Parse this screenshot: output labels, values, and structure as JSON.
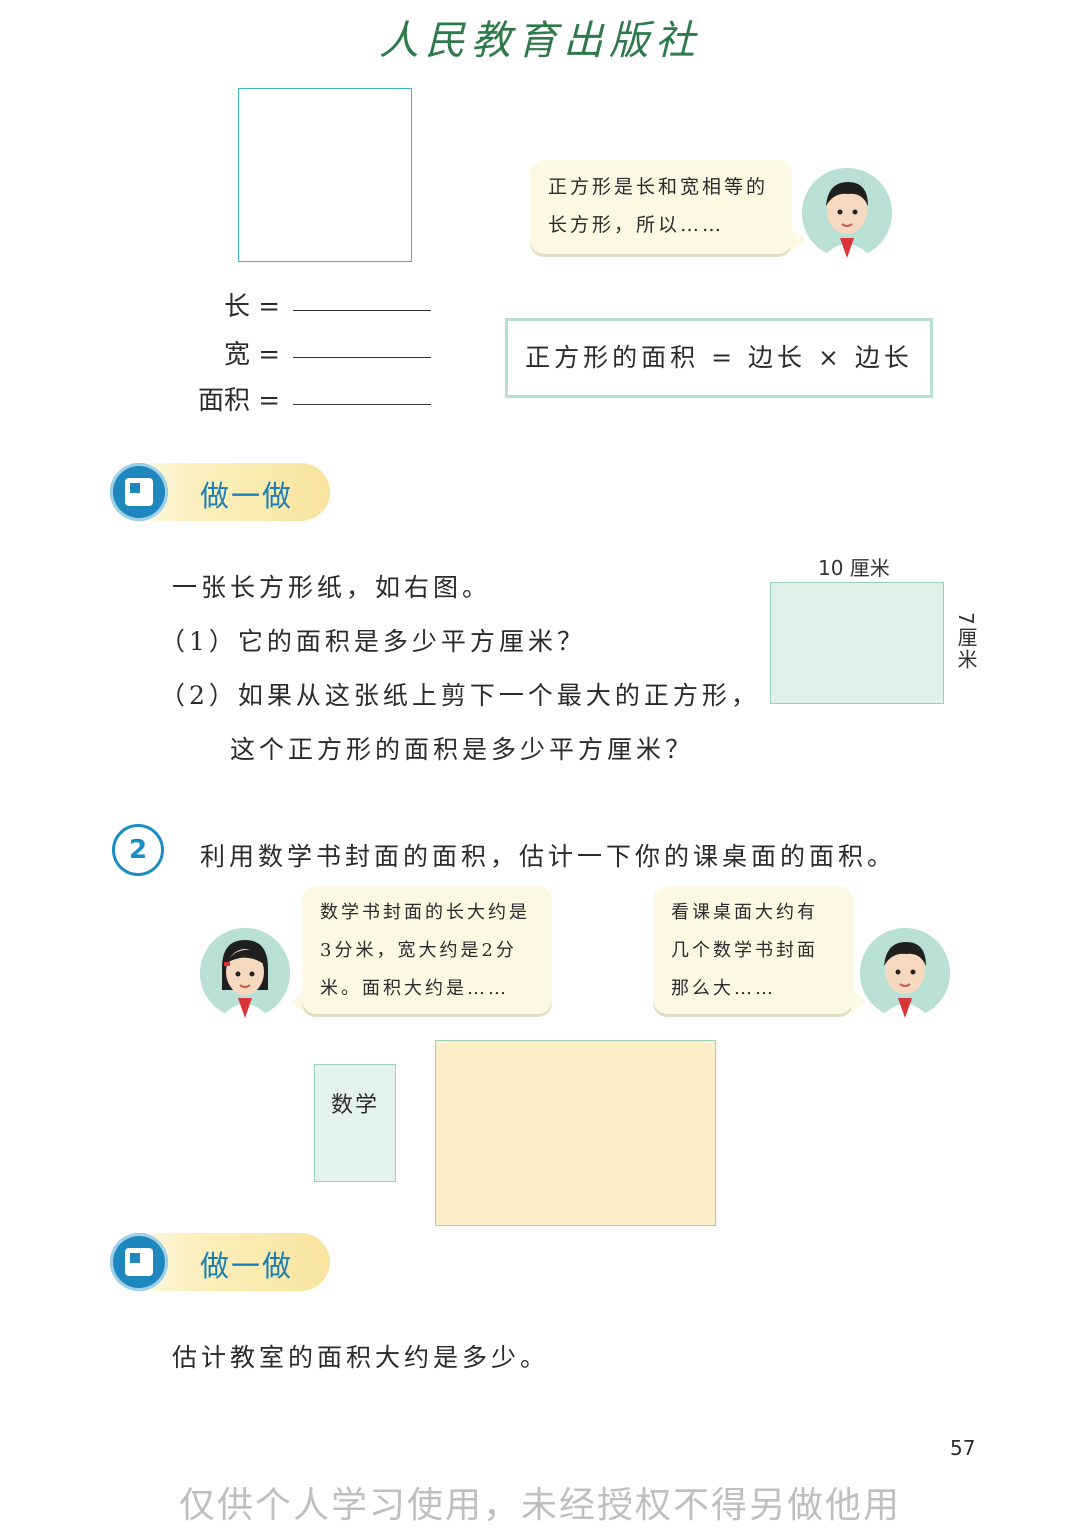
{
  "header": {
    "publisher": "人民教育出版社"
  },
  "square_fields": {
    "length_label": "长 =",
    "width_label": "宽 =",
    "area_label": "面积 ="
  },
  "bubble_top": {
    "text_line1": "正方形是长和宽相等的",
    "text_line2": "长方形，所以……"
  },
  "formula": "正方形的面积 = 边长 × 边长",
  "try_it_1": {
    "label": "做一做"
  },
  "exercise_1": {
    "intro": "一张长方形纸，如右图。",
    "q1": "（1）它的面积是多少平方厘米？",
    "q2_line1": "（2）如果从这张纸上剪下一个最大的正方形，",
    "q2_line2": "这个正方形的面积是多少平方厘米？",
    "rect_width_label": "10 厘米",
    "rect_height_label": "7厘米"
  },
  "exercise_2": {
    "number": "2",
    "text": "利用数学书封面的面积，估计一下你的课桌面的面积。",
    "bubble_left": {
      "line1": "数学书封面的长大约是",
      "line2": "3分米，宽大约是2分",
      "line3": "米。面积大约是……"
    },
    "bubble_right": {
      "line1": "看课桌面大约有",
      "line2": "几个数学书封面",
      "line3": "那么大……"
    },
    "book_label": "数学"
  },
  "try_it_2": {
    "label": "做一做"
  },
  "exercise_3": {
    "text": "估计教室的面积大约是多少。"
  },
  "page_number": "57",
  "watermark": "仅供个人学习使用，未经授权不得另做他用",
  "colors": {
    "accent_blue": "#1e87bd",
    "green_fill": "#dff0e8",
    "desk_fill": "#fdeec8",
    "bubble_fill": "#fdf8e4"
  }
}
